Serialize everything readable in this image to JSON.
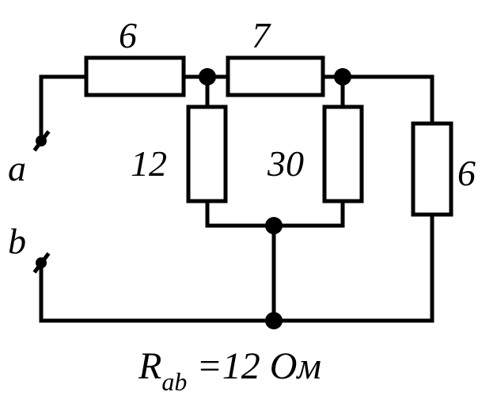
{
  "circuit": {
    "resistors": {
      "top_left": "6",
      "top_middle": "7",
      "middle_left": "12",
      "middle_right": "30",
      "right": "6"
    },
    "terminals": {
      "a": "a",
      "b": "b"
    },
    "result": {
      "symbol": "R",
      "subscript": "ab",
      "value": " =12 Ом"
    }
  },
  "colors": {
    "line": "#000000",
    "background": "#ffffff"
  }
}
